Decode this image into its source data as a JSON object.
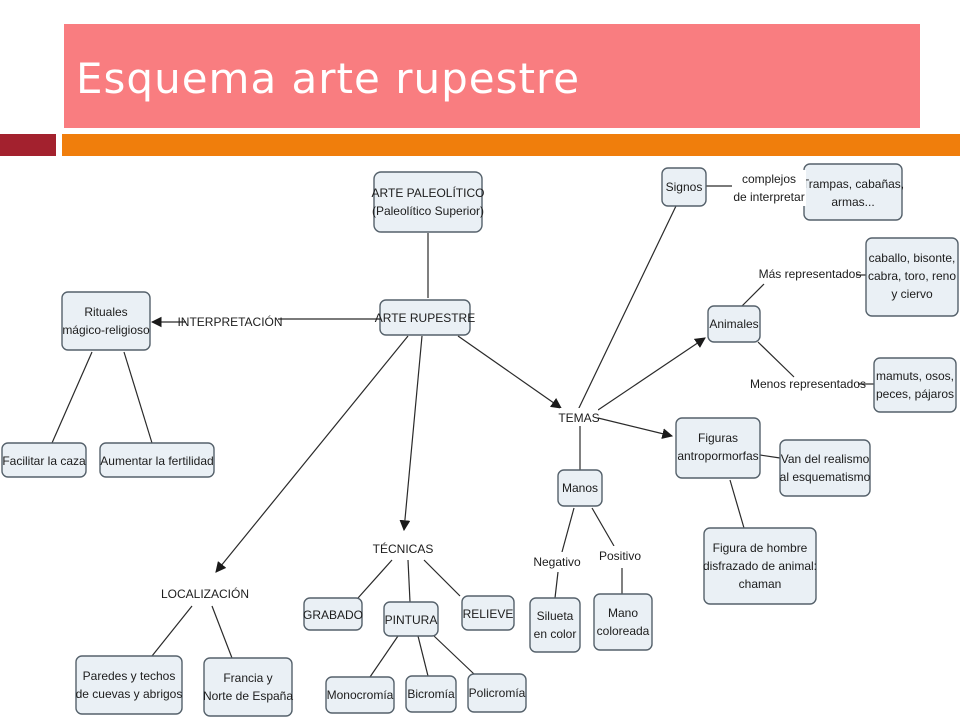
{
  "slide": {
    "title": "Esquema arte rupestre",
    "colors": {
      "title_bar": "#f97d80",
      "accent_dark": "#a3212e",
      "accent_orange": "#f07e0c"
    }
  },
  "map": {
    "nodes": {
      "arte_paleolitico": [
        "ARTE PALEOLÍTICO",
        "(Paleolítico Superior)"
      ],
      "arte_rupestre": [
        "ARTE RUPESTRE"
      ],
      "rituales": [
        "Rituales",
        "mágico-religioso"
      ],
      "facilitar_caza": [
        "Facilitar la caza"
      ],
      "aumentar_fertilidad": [
        "Aumentar la fertilidad"
      ],
      "signos": [
        "Signos"
      ],
      "trampas": [
        "Trampas, cabañas,",
        "armas..."
      ],
      "animales": [
        "Animales"
      ],
      "caballo": [
        "caballo, bisonte,",
        "cabra, toro, reno",
        "y ciervo"
      ],
      "mamuts": [
        "mamuts, osos,",
        "peces, pájaros"
      ],
      "figuras": [
        "Figuras",
        "antropormorfas"
      ],
      "van_del": [
        "Van del realismo",
        "al esquematismo"
      ],
      "figura_hombre": [
        "Figura de hombre",
        "disfrazado de animal:",
        "chaman"
      ],
      "manos": [
        "Manos"
      ],
      "silueta": [
        "Silueta",
        "en color"
      ],
      "mano_coloreada": [
        "Mano",
        "coloreada"
      ],
      "grabado": [
        "GRABADO"
      ],
      "pintura": [
        "PINTURA"
      ],
      "relieve": [
        "RELIEVE"
      ],
      "monocromia": [
        "Monocromía"
      ],
      "bicromia": [
        "Bicromía"
      ],
      "policromia": [
        "Policromía"
      ],
      "paredes": [
        "Paredes y techos",
        "de cuevas y abrigos"
      ],
      "francia": [
        "Francia y",
        "Norte de España"
      ]
    },
    "labels": {
      "interpretacion": [
        "INTERPRETACIÓN"
      ],
      "temas": [
        "TEMAS"
      ],
      "tecnicas": [
        "TÉCNICAS"
      ],
      "localizacion": [
        "LOCALIZACIÓN"
      ],
      "complejos": [
        "complejos",
        "de interpretar"
      ],
      "mas_representados": [
        "Más representados"
      ],
      "menos_representados": [
        "Menos representados"
      ],
      "negativo": [
        "Negativo"
      ],
      "positivo": [
        "Positivo"
      ]
    }
  }
}
